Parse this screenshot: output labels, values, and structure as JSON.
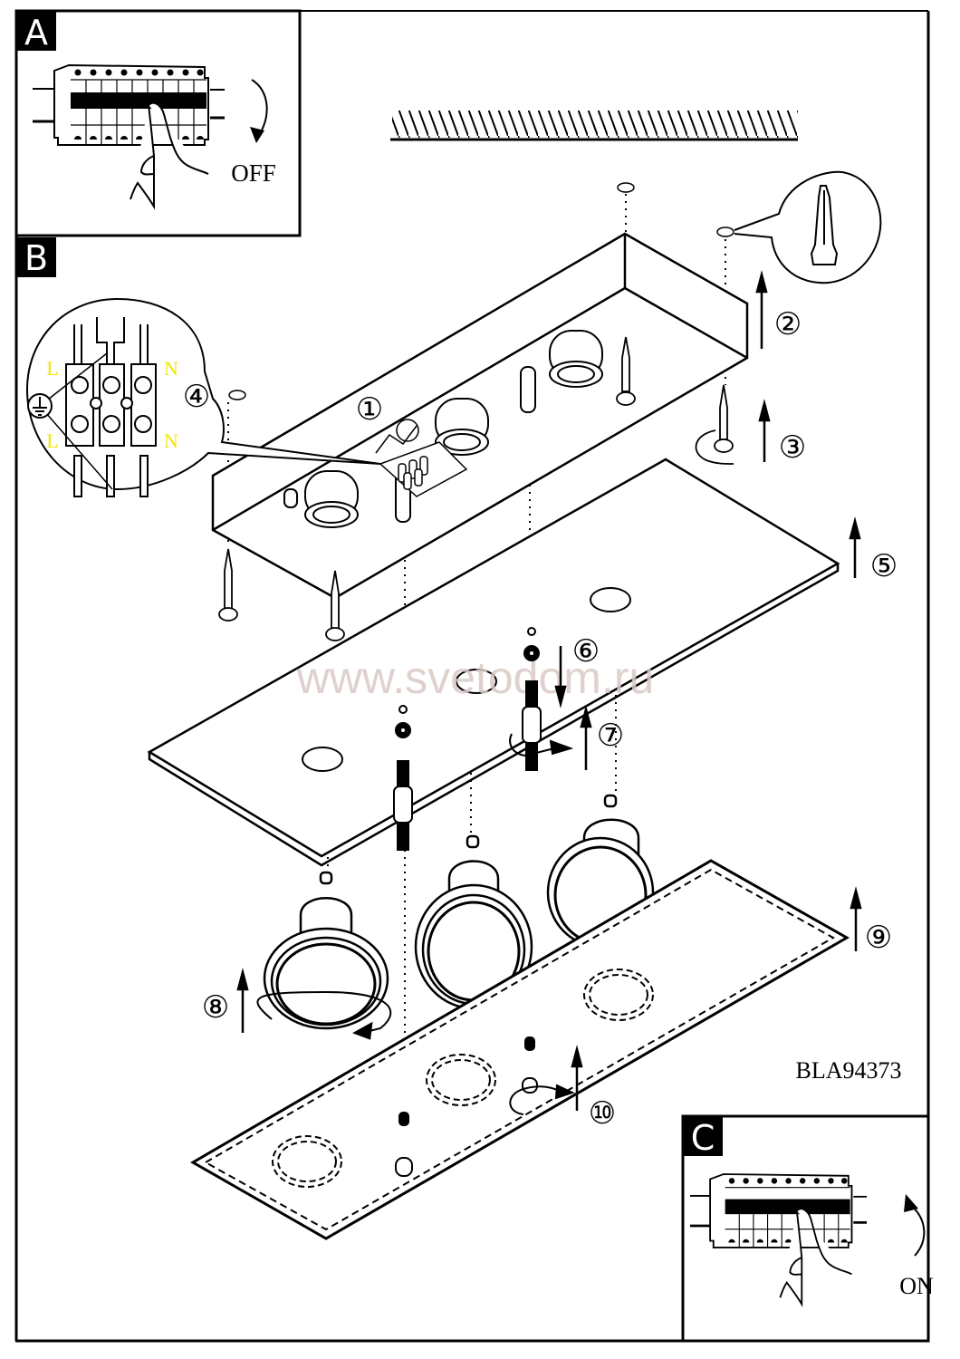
{
  "panels": {
    "a": {
      "letter": "A",
      "caption": "OFF",
      "action": "switch-off-breaker"
    },
    "b": {
      "letter": "B"
    },
    "c": {
      "letter": "C",
      "caption": "ON",
      "action": "switch-on-breaker"
    }
  },
  "wiring_detail": {
    "step": "4",
    "terminal_labels": {
      "left_top": "L",
      "left_bottom": "L",
      "right_top": "N",
      "right_bottom": "N"
    },
    "ground_symbol": "earth-ground-icon",
    "label_color": "#f2e600"
  },
  "steps": [
    {
      "number": "1",
      "symbol": "①"
    },
    {
      "number": "2",
      "symbol": "②"
    },
    {
      "number": "3",
      "symbol": "③"
    },
    {
      "number": "4",
      "symbol": "④"
    },
    {
      "number": "5",
      "symbol": "⑤"
    },
    {
      "number": "6",
      "symbol": "⑥"
    },
    {
      "number": "7",
      "symbol": "⑦"
    },
    {
      "number": "8",
      "symbol": "⑧"
    },
    {
      "number": "9",
      "symbol": "⑨"
    },
    {
      "number": "10",
      "symbol": "⑩"
    }
  ],
  "product_code": "BLA94373",
  "watermark": "www.svetodom.ru",
  "colors": {
    "ink": "#000000",
    "paper": "#ffffff",
    "watermark": "#d9c9c6",
    "label_yellow": "#f2e600"
  }
}
